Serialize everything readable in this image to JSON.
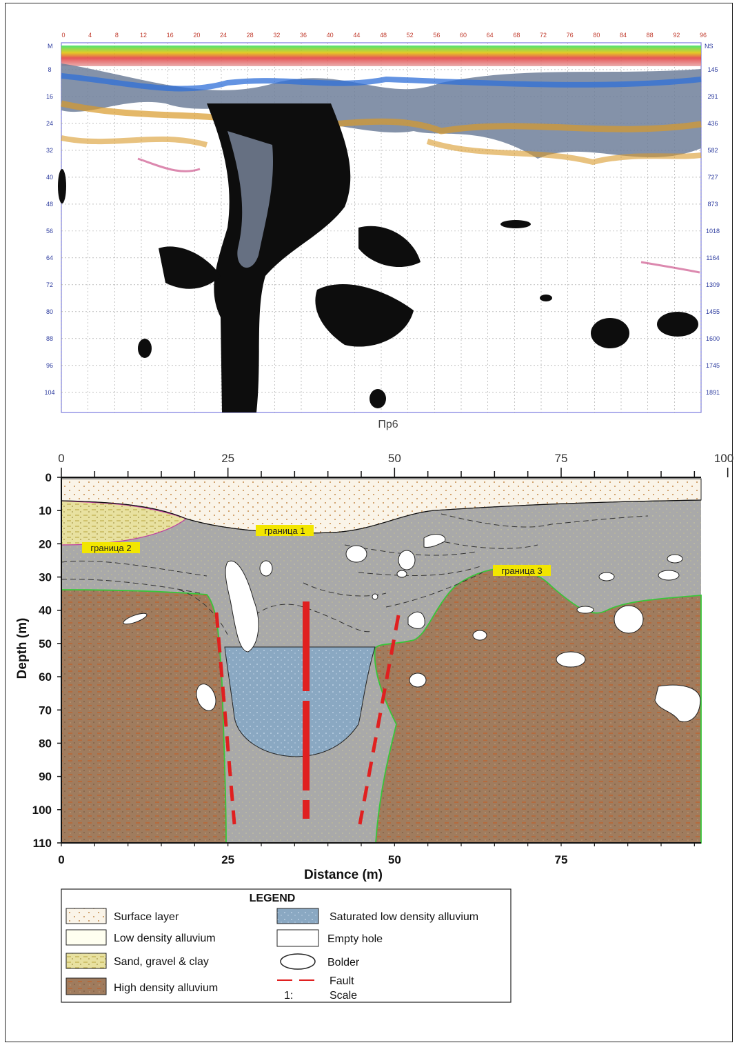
{
  "gpr": {
    "top_ticks": [
      "0",
      "4",
      "8",
      "12",
      "16",
      "20",
      "24",
      "28",
      "32",
      "36",
      "40",
      "44",
      "48",
      "52",
      "56",
      "60",
      "64",
      "68",
      "72",
      "76",
      "80",
      "84",
      "88",
      "92",
      "96"
    ],
    "depth_unit": "M",
    "depth_ticks": [
      "8",
      "16",
      "24",
      "32",
      "40",
      "48",
      "56",
      "64",
      "72",
      "80",
      "88",
      "96",
      "104"
    ],
    "ns_unit": "NS",
    "ns_ticks": [
      "145",
      "291",
      "436",
      "582",
      "727",
      "873",
      "1018",
      "1164",
      "1309",
      "1455",
      "1600",
      "1745",
      "1891"
    ],
    "caption": "Пр6"
  },
  "section": {
    "top_ticks": [
      "0",
      "25",
      "50",
      "75",
      "100"
    ],
    "bottom_ticks": [
      "0",
      "25",
      "50",
      "75"
    ],
    "depth_ticks": [
      "0",
      "10",
      "20",
      "30",
      "40",
      "50",
      "60",
      "70",
      "80",
      "90",
      "100",
      "110"
    ],
    "ylabel": "Depth (m)",
    "xlabel": "Distance (m)",
    "boundaries": [
      "граница 1",
      "граница 2",
      "граница 3"
    ]
  },
  "legend": {
    "title": "LEGEND",
    "items": [
      {
        "label": "Surface layer"
      },
      {
        "label": "Low density alluvium"
      },
      {
        "label": "Sand, gravel & clay"
      },
      {
        "label": "High density alluvium"
      },
      {
        "label": "Saturated low density alluvium"
      },
      {
        "label": "Empty hole"
      },
      {
        "label": "Bolder"
      },
      {
        "label": "Fault"
      }
    ],
    "scale_prefix": "1:",
    "scale_label": "Scale"
  },
  "colors": {
    "gray_alluvium": "#a9a9a9",
    "brown_alluvium": "#a07c5e",
    "saturated": "#8aa8c2",
    "fault": "#e02020",
    "boundary_green": "#39c63a",
    "tag_yellow": "#f2e600"
  }
}
